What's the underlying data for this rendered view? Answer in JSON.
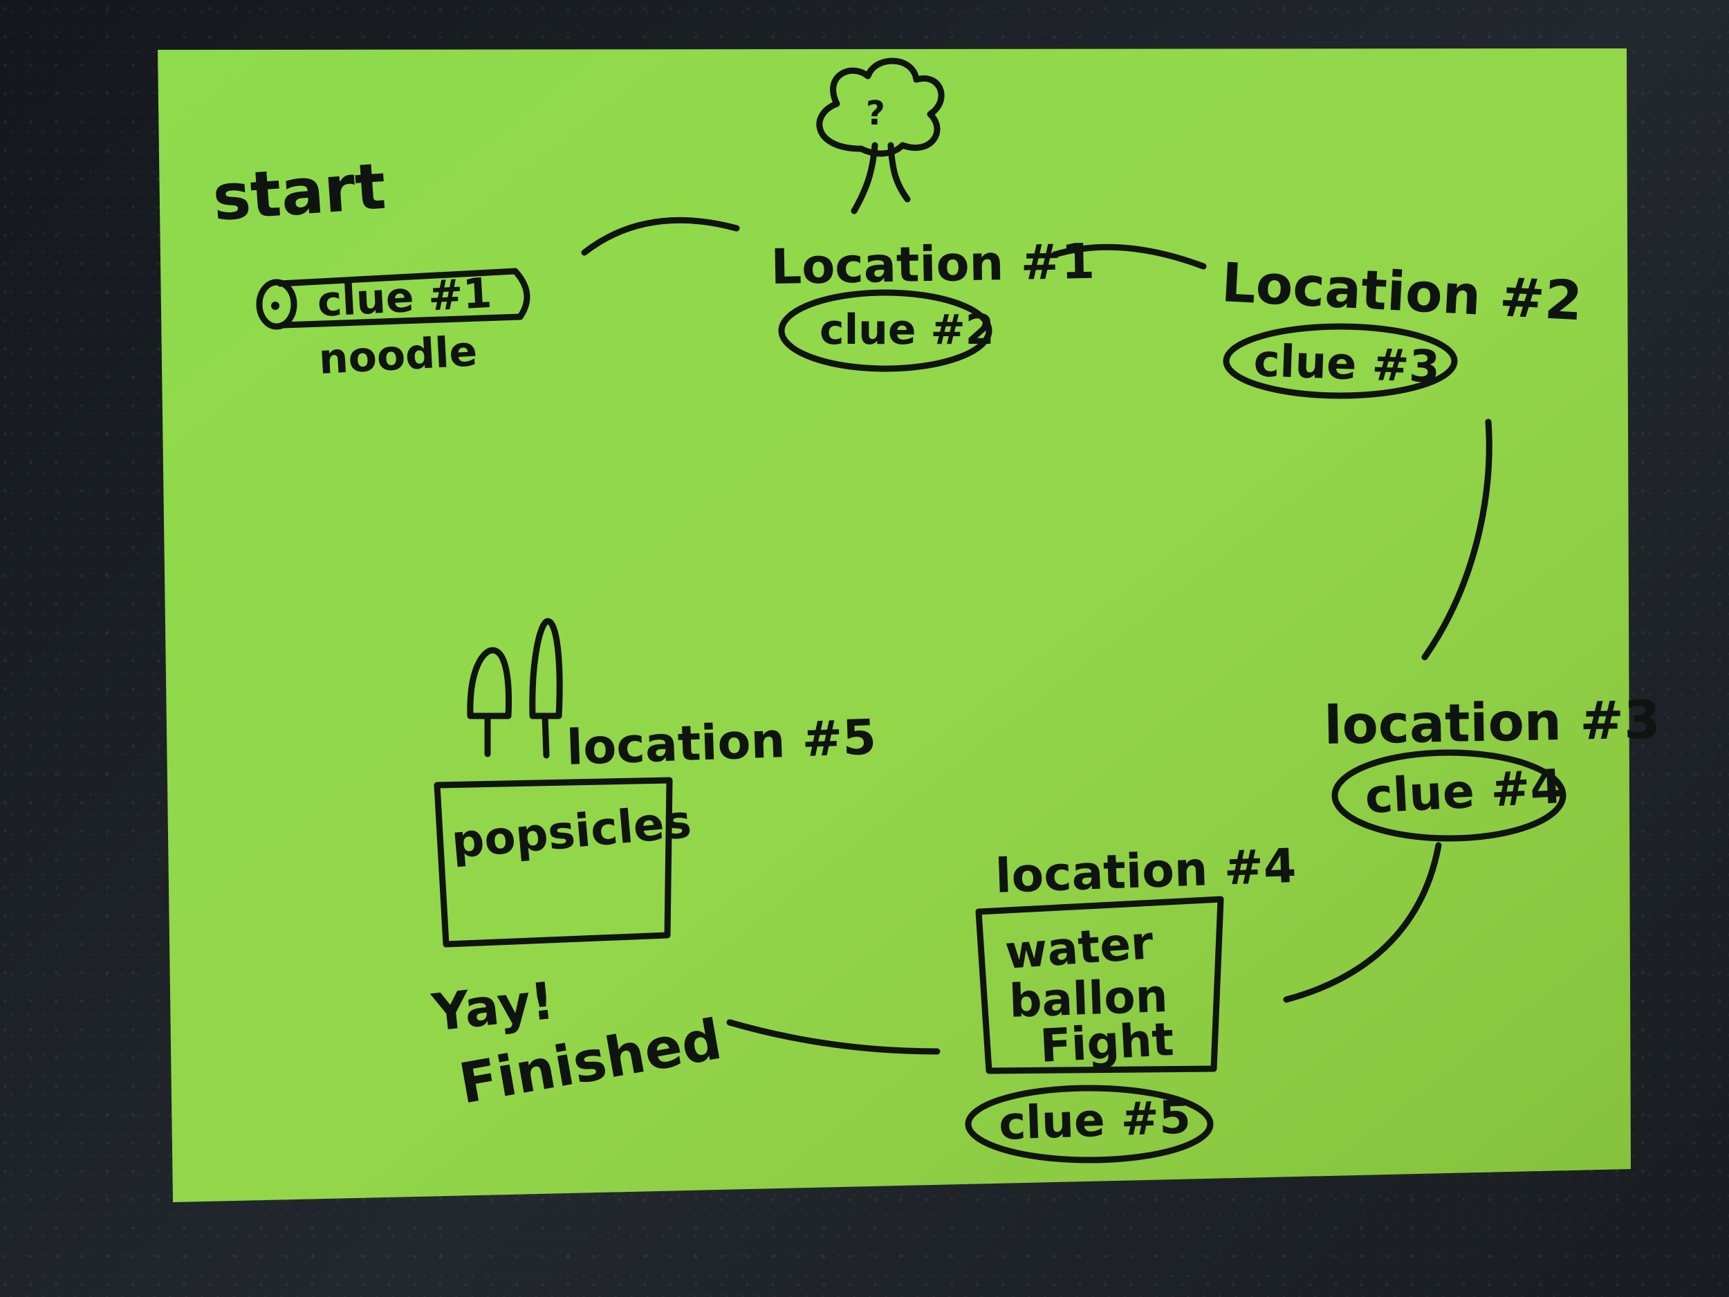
{
  "start_label": "start",
  "start_item": {
    "clue": "clue #1",
    "caption": "noodle"
  },
  "locations": [
    {
      "label": "Location #1",
      "clue": "clue #2"
    },
    {
      "label": "Location #2",
      "clue": "clue #3"
    },
    {
      "label": "location #3",
      "clue": "clue #4"
    },
    {
      "label": "location #4",
      "box_lines": [
        "water",
        "ballon",
        "Fight"
      ],
      "clue": "clue #5"
    },
    {
      "label": "location #5",
      "box_text": "popsicles"
    }
  ],
  "tree_mark": "?",
  "finish": {
    "line1": "Yay!",
    "line2": "Finished"
  },
  "icons": [
    "tree-icon",
    "popsicle-icon"
  ],
  "colors": {
    "paper": "#8fd44a",
    "ink": "#101410",
    "counter": "#1b1f24"
  }
}
